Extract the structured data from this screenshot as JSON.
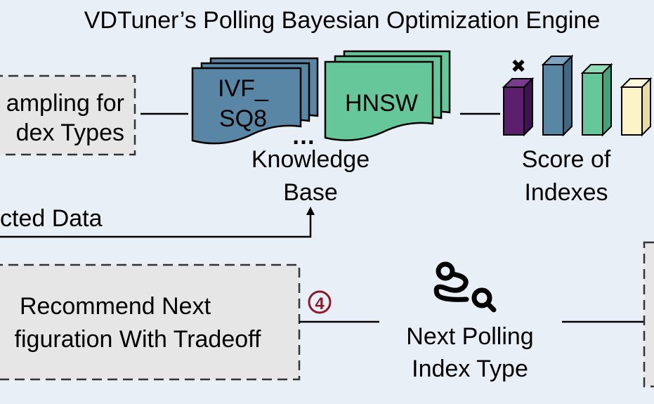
{
  "title": "VDTuner’s Polling Bayesian Optimization Engine",
  "sampling_box": {
    "line1": "ampling for",
    "line2": "dex Types"
  },
  "knowledge_base": {
    "ivf_line1": "IVF_",
    "ivf_line2": "SQ8",
    "hnsw": "HNSW",
    "ellipsis": "…",
    "label_line1": "Knowledge",
    "label_line2": "Base"
  },
  "score": {
    "label_line1": "Score of",
    "label_line2": "Indexes",
    "mark": "✖"
  },
  "collected_data": "cted Data",
  "recommend_box": {
    "line1": "Recommend Next",
    "line2": "figuration With Tradeoff"
  },
  "step_badge": "4",
  "next_polling": {
    "line1": "Next Polling",
    "line2": "Index Type"
  },
  "icon_names": [
    "route-icon",
    "document-stack-icon",
    "bar-cube-icon"
  ],
  "colors": {
    "background": "#e8eff6",
    "ivf_blue": "#5a86a6",
    "hnsw_green": "#66c79a",
    "bar_purple": "#5b1f6e",
    "bar_blue": "#5a86a6",
    "bar_green": "#66c79a",
    "bar_yellow": "#fdf3c8",
    "badge_red": "#8b1a2b",
    "box_fill": "#e6e6e6"
  }
}
